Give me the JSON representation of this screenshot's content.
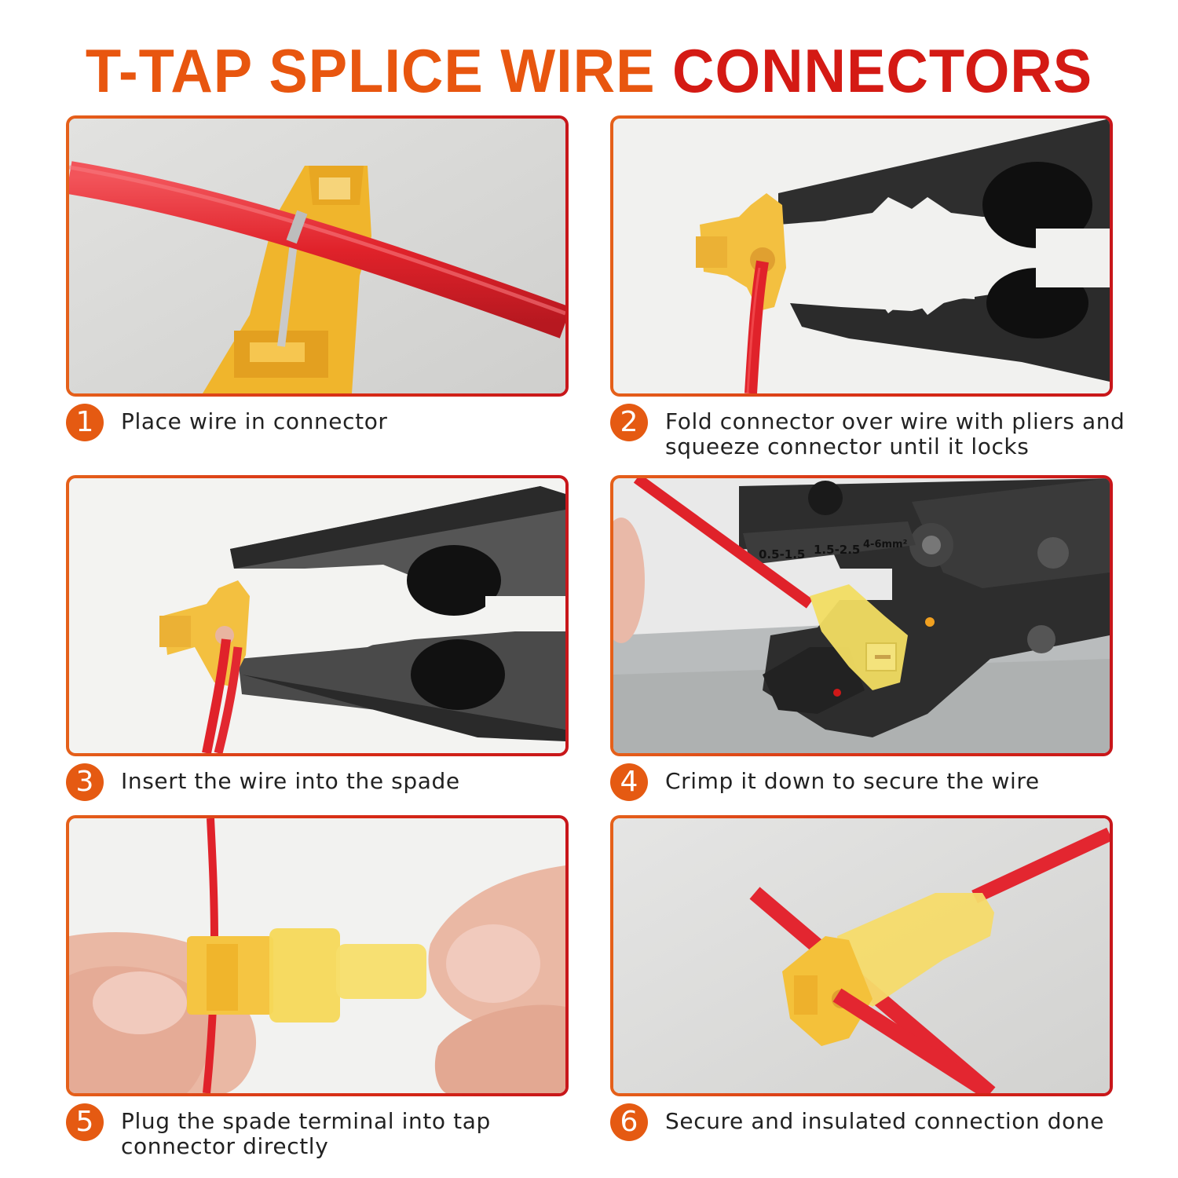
{
  "title": {
    "part1": "T-TAP SPLICE WIRE ",
    "part2": "CONNECTORS",
    "colors": {
      "part1": "#e8560f",
      "part2": "#d41a14"
    }
  },
  "theme": {
    "frame_gradient": [
      "#e5601a",
      "#c8161a"
    ],
    "badge_color": "#e55a12",
    "wire_color": "#e2202a",
    "connector_color": "#f2b52e"
  },
  "steps": [
    {
      "number": "1",
      "text": "Place wire in connector",
      "image": "wire-in-open-t-tap-connector"
    },
    {
      "number": "2",
      "line1": "Fold connector over wire with pliers and",
      "line2": "squeeze connector until it locks",
      "image": "pliers-folding-connector"
    },
    {
      "number": "3",
      "text": "Insert the wire into the spade",
      "image": "pliers-with-two-wires"
    },
    {
      "number": "4",
      "text": "Crimp it down to secure the wire",
      "image": "crimping-tool",
      "crimp_labels": [
        "0.5-1.5",
        "1.5-2.5",
        "4-6mm²"
      ]
    },
    {
      "number": "5",
      "line1": "Plug the spade terminal into tap",
      "line2": "connector directly",
      "image": "hands-plugging-spade"
    },
    {
      "number": "6",
      "text": "Secure and insulated connection done",
      "image": "finished-connection"
    }
  ]
}
